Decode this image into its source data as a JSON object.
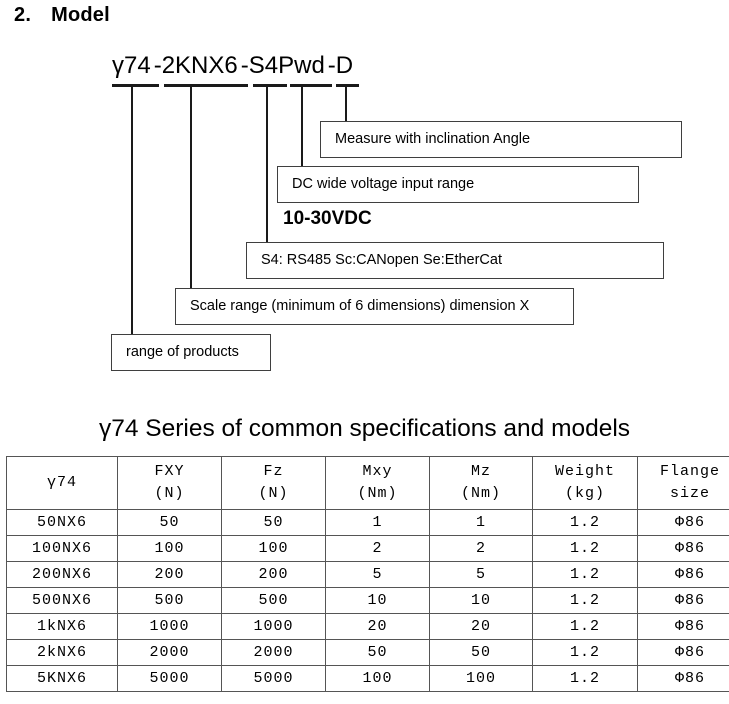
{
  "section": {
    "number": "2.",
    "title": "Model"
  },
  "model_code": {
    "segments": [
      "γ74",
      "-2KNX6",
      "-S4Pwd",
      "-D"
    ],
    "full": "γ74 -2KNX6 -S4Pwd -D"
  },
  "callouts": [
    {
      "id": "inclination",
      "text": "Measure with inclination Angle"
    },
    {
      "id": "dc-range",
      "text": "DC wide voltage input range"
    },
    {
      "id": "interface",
      "text": "S4: RS485    Sc:CANopen    Se:EtherCat"
    },
    {
      "id": "scale-range",
      "text": "Scale range (minimum of 6 dimensions) dimension X"
    },
    {
      "id": "product-range",
      "text": "range of products"
    }
  ],
  "voltage_label": "10-30VDC",
  "table_title": "γ74 Series of common specifications and models",
  "chart_data": {
    "type": "table",
    "title": "γ74 Series of common specifications and models",
    "columns": [
      {
        "main": "γ74",
        "sub": ""
      },
      {
        "main": "FXY",
        "sub": "(N)"
      },
      {
        "main": "Fz",
        "sub": "(N)"
      },
      {
        "main": "Mxy",
        "sub": "(Nm)"
      },
      {
        "main": "Mz",
        "sub": "(Nm)"
      },
      {
        "main": "Weight",
        "sub": "(kg)"
      },
      {
        "main": "Flange",
        "sub": "size"
      }
    ],
    "rows": [
      [
        "50NX6",
        "50",
        "50",
        "1",
        "1",
        "1.2",
        "Φ86"
      ],
      [
        "100NX6",
        "100",
        "100",
        "2",
        "2",
        "1.2",
        "Φ86"
      ],
      [
        "200NX6",
        "200",
        "200",
        "5",
        "5",
        "1.2",
        "Φ86"
      ],
      [
        "500NX6",
        "500",
        "500",
        "10",
        "10",
        "1.2",
        "Φ86"
      ],
      [
        "1kNX6",
        "1000",
        "1000",
        "20",
        "20",
        "1.2",
        "Φ86"
      ],
      [
        "2kNX6",
        "2000",
        "2000",
        "50",
        "50",
        "1.2",
        "Φ86"
      ],
      [
        "5KNX6",
        "5000",
        "5000",
        "100",
        "100",
        "1.2",
        "Φ86"
      ]
    ]
  },
  "colors": {
    "line": "#1a1a1a",
    "box_border": "#3f3f3f",
    "table_border": "#555555",
    "text": "#000000",
    "background": "#ffffff"
  }
}
